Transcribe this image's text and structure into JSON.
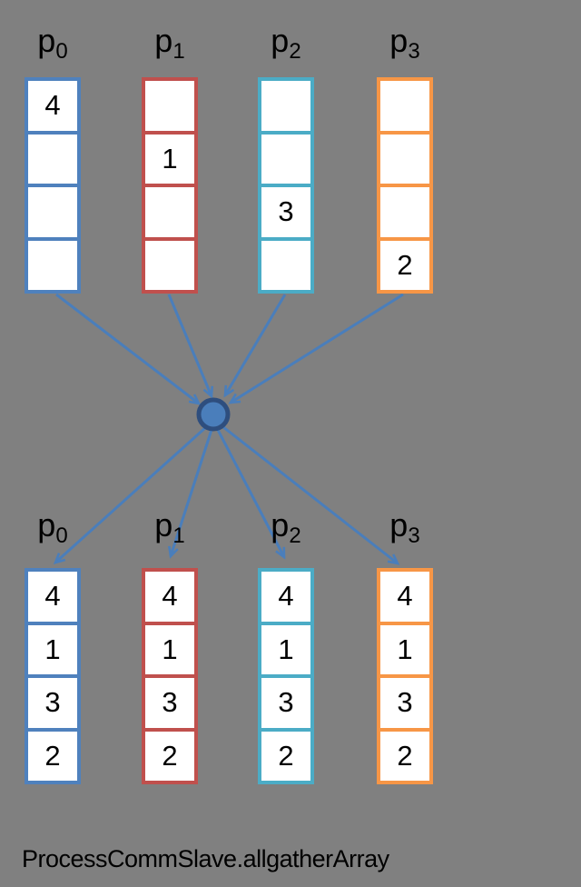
{
  "diagram": {
    "caption": "ProcessCommSlave.allgatherArray",
    "colors": {
      "background": "#808080",
      "arrow": "#4A7EBB",
      "hub_fill": "#4A7EBB",
      "hub_stroke": "#2E4E7E",
      "cell_fill": "#FFFFFF",
      "text": "#000000",
      "process_borders": [
        "#4F81BD",
        "#C0504D",
        "#4BACC6",
        "#F79646"
      ]
    },
    "top_row": {
      "columns": [
        {
          "label_base": "p",
          "label_sub": "0",
          "values": [
            "4",
            "",
            "",
            ""
          ]
        },
        {
          "label_base": "p",
          "label_sub": "1",
          "values": [
            "",
            "1",
            "",
            ""
          ]
        },
        {
          "label_base": "p",
          "label_sub": "2",
          "values": [
            "",
            "",
            "3",
            ""
          ]
        },
        {
          "label_base": "p",
          "label_sub": "3",
          "values": [
            "",
            "",
            "",
            "2"
          ]
        }
      ]
    },
    "bottom_row": {
      "columns": [
        {
          "label_base": "p",
          "label_sub": "0",
          "values": [
            "4",
            "1",
            "3",
            "2"
          ]
        },
        {
          "label_base": "p",
          "label_sub": "1",
          "values": [
            "4",
            "1",
            "3",
            "2"
          ]
        },
        {
          "label_base": "p",
          "label_sub": "2",
          "values": [
            "4",
            "1",
            "3",
            "2"
          ]
        },
        {
          "label_base": "p",
          "label_sub": "3",
          "values": [
            "4",
            "1",
            "3",
            "2"
          ]
        }
      ]
    }
  }
}
